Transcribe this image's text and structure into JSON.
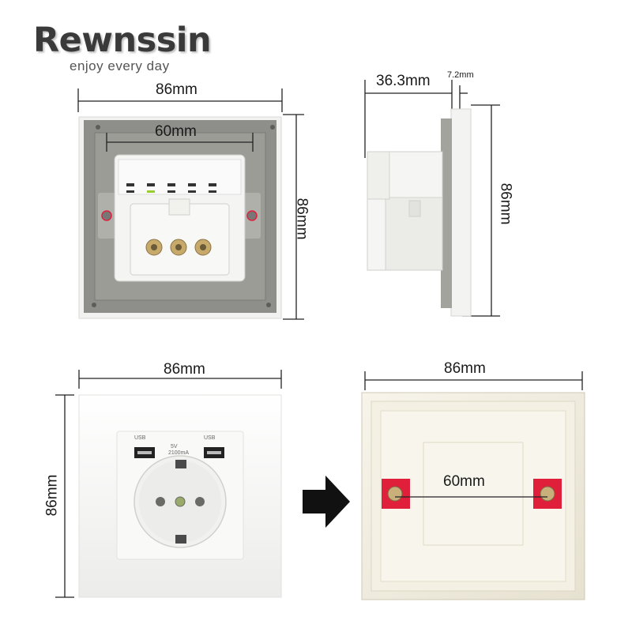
{
  "brand": {
    "name": "Rewnssin",
    "tagline": "enjoy every day"
  },
  "module_view": {
    "width_label": "86mm",
    "height_label": "86mm",
    "mount_spacing_label": "60mm"
  },
  "side_view": {
    "depth_label": "36.3mm",
    "plate_label": "7.2mm",
    "height_label": "86mm"
  },
  "front_view": {
    "width_label": "86mm",
    "height_label": "86mm",
    "usb_left_label": "USB",
    "usb_right_label": "USB",
    "spec_line1": "5V",
    "spec_line2": "2100mA"
  },
  "box_view": {
    "width_label": "86mm",
    "mount_spacing_label": "60mm"
  },
  "colors": {
    "frame_gray": "#8e8e8a",
    "module_white": "#f4f4f2",
    "screw_red": "#e0203a",
    "box_cream": "#f1ede0",
    "arrow": "#111111"
  },
  "icons": {
    "arrow": "right-arrow-icon"
  }
}
